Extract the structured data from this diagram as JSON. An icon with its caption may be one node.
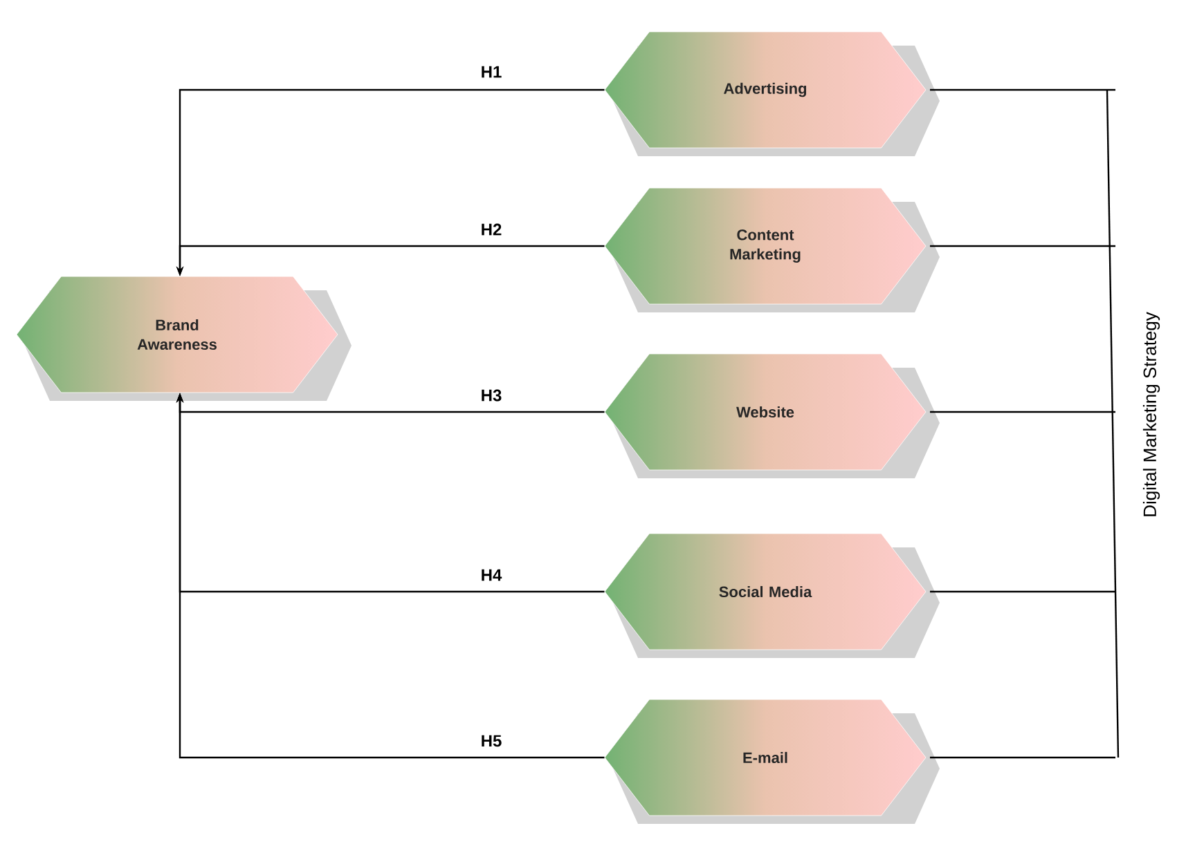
{
  "diagram": {
    "nodes": [
      {
        "text": [
          "Brand Awareness"
        ]
      },
      {
        "text": [
          "Advertising"
        ]
      },
      {
        "text": [
          "Content Marketing"
        ]
      },
      {
        "text": [
          "Website"
        ]
      },
      {
        "text": [
          "Social Media"
        ]
      },
      {
        "text": [
          "E-mail"
        ]
      }
    ],
    "edges": [
      {
        "from": 1,
        "to": 0,
        "arrow": "to",
        "label": "H1"
      },
      {
        "from": 2,
        "to": 0,
        "arrow": "to",
        "label": "H2"
      },
      {
        "from": 3,
        "to": 0,
        "arrow": "to",
        "label": "H3"
      },
      {
        "from": 4,
        "to": 0,
        "arrow": "to",
        "label": "H4"
      },
      {
        "from": 5,
        "to": 0,
        "arrow": "to",
        "label": "H5"
      }
    ],
    "labels": [
      "Digital Marketing Strategy"
    ]
  }
}
